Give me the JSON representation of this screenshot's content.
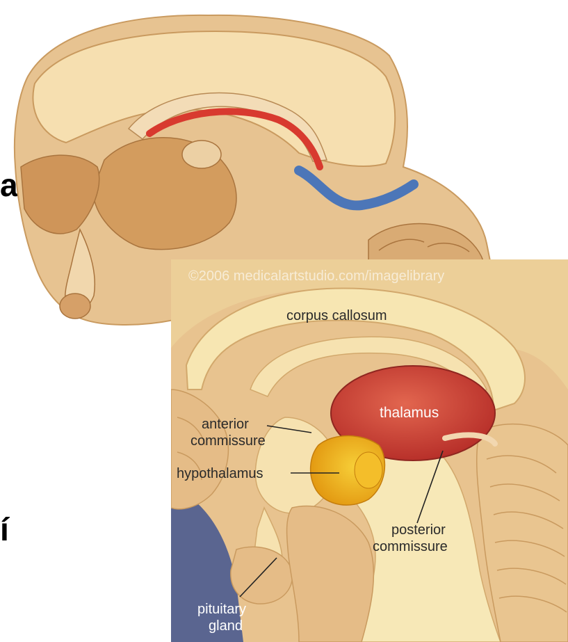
{
  "slide": {
    "fragment_top": "a",
    "fragment_bottom": "í"
  },
  "detail_figure": {
    "watermark": "©2006 medicalartstudio.com/imagelibrary",
    "labels": {
      "corpus_callosum": "corpus callosum",
      "thalamus": "thalamus",
      "anterior_line1": "anterior",
      "anterior_line2": "commissure",
      "hypothalamus": "hypothalamus",
      "posterior_line1": "posterior",
      "posterior_line2": "commissure",
      "pituitary_line1": "pituitary",
      "pituitary_line2": "gland"
    }
  },
  "colors": {
    "cream": "#f6e6b4",
    "tan": "#e9c99a",
    "brown": "#c98f54",
    "thalamus_red": "#d0453a",
    "hypothalamus_yellow": "#f2b21d",
    "background_blue": "#5a6590",
    "artery_red": "#d83a2f",
    "vein_blue": "#4c76b8"
  }
}
